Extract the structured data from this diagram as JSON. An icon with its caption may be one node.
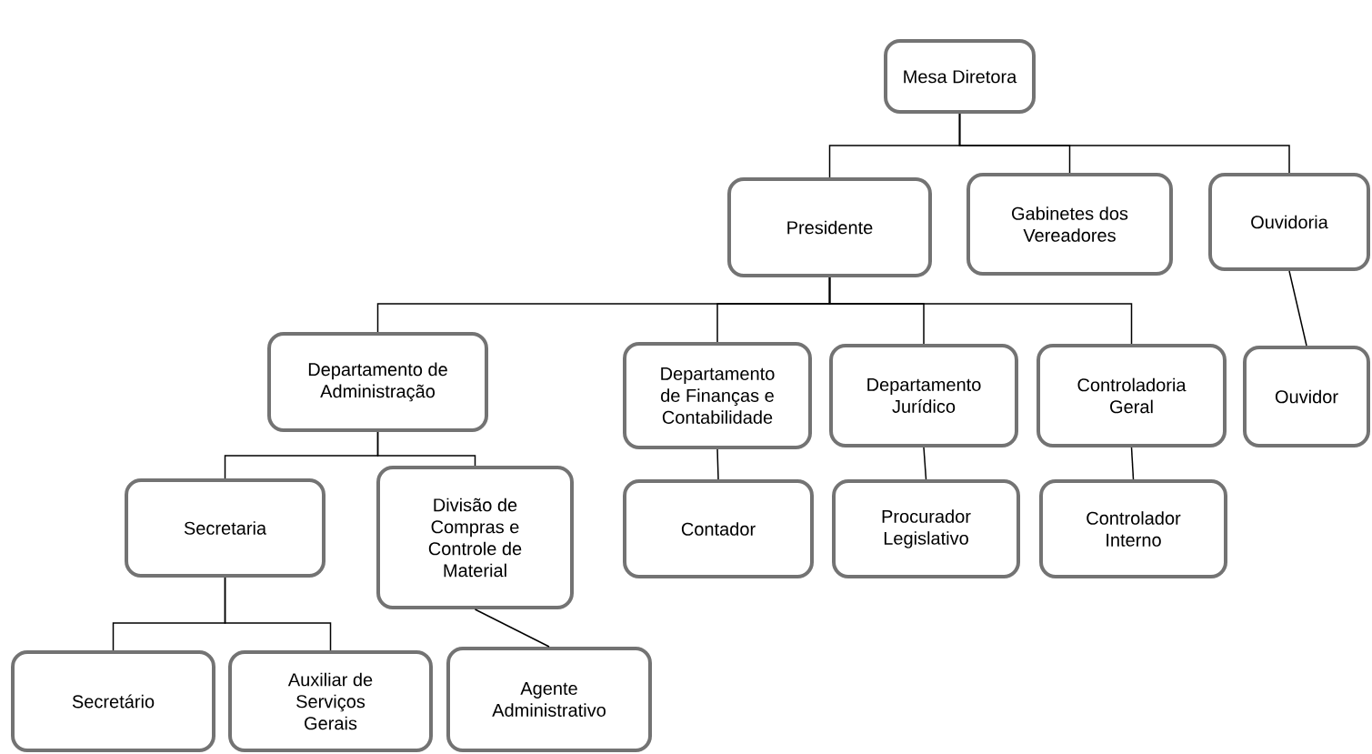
{
  "diagram": {
    "nodes": [
      {
        "text": [
          "Mesa Diretora"
        ]
      },
      {
        "text": [
          "Presidente"
        ]
      },
      {
        "text": [
          "Gabinetes dos Vereadores"
        ]
      },
      {
        "text": [
          "Ouvidoria"
        ]
      },
      {
        "text": [
          "Departamento de Administração"
        ]
      },
      {
        "text": [
          "Departamento de Finanças e Contabilidade"
        ]
      },
      {
        "text": [
          "Departamento Jurídico"
        ]
      },
      {
        "text": [
          "Controladoria Geral"
        ]
      },
      {
        "text": [
          "Ouvidor"
        ]
      },
      {
        "text": [
          "Secretaria"
        ]
      },
      {
        "text": [
          "Divisão de Compras e Controle de Material"
        ]
      },
      {
        "text": [
          "Contador"
        ]
      },
      {
        "text": [
          "Procurador Legislativo"
        ]
      },
      {
        "text": [
          "Controlador Interno"
        ]
      },
      {
        "text": [
          "Secretário"
        ]
      },
      {
        "text": [
          "Auxiliar de Serviços Gerais"
        ]
      },
      {
        "text": [
          "Agente Administrativo"
        ]
      }
    ],
    "edges": [
      {
        "from": 0,
        "to": 1,
        "arrow": "none"
      },
      {
        "from": 0,
        "to": 2,
        "arrow": "none"
      },
      {
        "from": 0,
        "to": 3,
        "arrow": "none"
      },
      {
        "from": 1,
        "to": 4,
        "arrow": "none"
      },
      {
        "from": 1,
        "to": 5,
        "arrow": "none"
      },
      {
        "from": 1,
        "to": 6,
        "arrow": "none"
      },
      {
        "from": 1,
        "to": 7,
        "arrow": "none"
      },
      {
        "from": 3,
        "to": 8,
        "arrow": "none"
      },
      {
        "from": 4,
        "to": 9,
        "arrow": "none"
      },
      {
        "from": 4,
        "to": 10,
        "arrow": "none"
      },
      {
        "from": 5,
        "to": 11,
        "arrow": "none"
      },
      {
        "from": 6,
        "to": 12,
        "arrow": "none"
      },
      {
        "from": 7,
        "to": 13,
        "arrow": "none"
      },
      {
        "from": 9,
        "to": 14,
        "arrow": "none"
      },
      {
        "from": 9,
        "to": 15,
        "arrow": "none"
      },
      {
        "from": 10,
        "to": 16,
        "arrow": "none"
      }
    ]
  }
}
